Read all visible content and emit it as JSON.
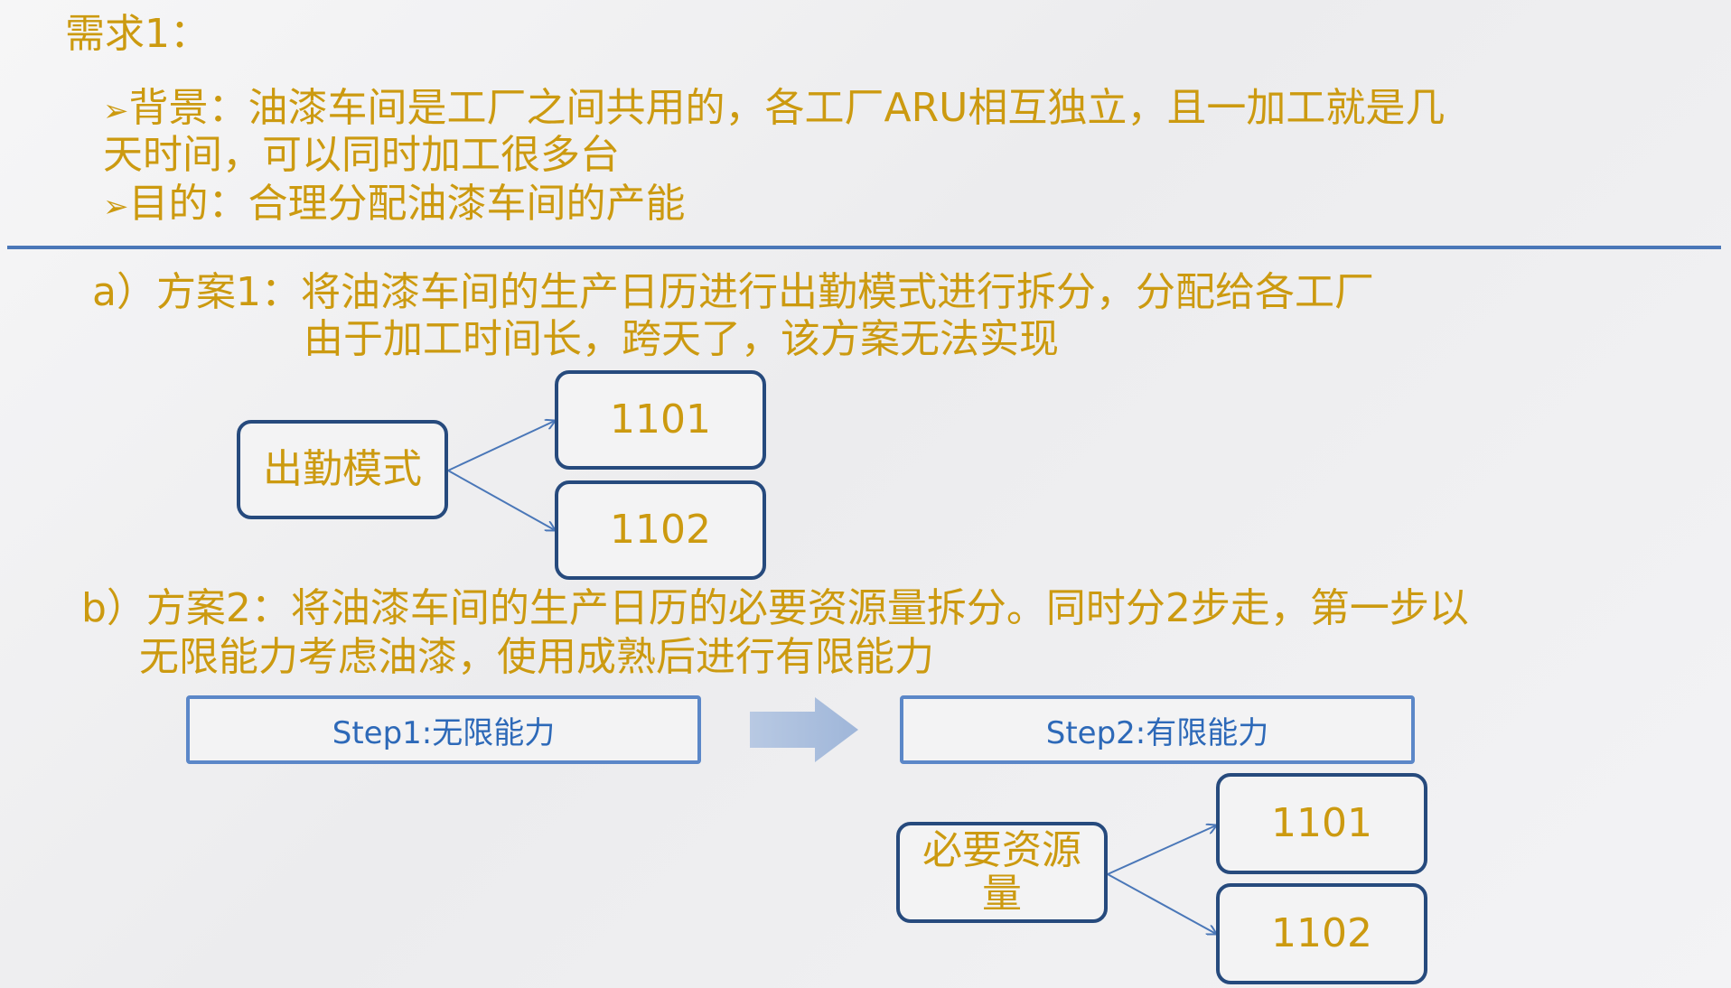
{
  "title": "需求1：",
  "bullets": [
    {
      "marker": "➢",
      "text_line1": "背景：油漆车间是工厂之间共用的，各工厂ARU相互独立，且一加工就是几",
      "text_line2": "天时间，可以同时加工很多台"
    },
    {
      "marker": "➢",
      "text_line1": "目的：合理分配油漆车间的产能"
    }
  ],
  "plan_a": {
    "line1": "a）方案1：将油漆车间的生产日历进行出勤模式进行拆分，分配给各工厂",
    "line2": "由于加工时间长，跨天了，该方案无法实现",
    "source_box": "出勤模式",
    "targets": [
      "1101",
      "1102"
    ]
  },
  "plan_b": {
    "line1": "b）方案2：将油漆车间的生产日历的必要资源量拆分。同时分2步走，第一步以",
    "line2": "无限能力考虑油漆，使用成熟后进行有限能力",
    "step1": "Step1:无限能力",
    "step2": "Step2:有限能力",
    "source_box": "必要资源量",
    "targets": [
      "1101",
      "1102"
    ]
  },
  "colors": {
    "text": "#cc9a10",
    "box_border": "#264a7d",
    "step_border": "#5b87c8",
    "step_text": "#2d69b8",
    "arrow": "#4a77b8",
    "big_arrow": "#a9bedc"
  }
}
